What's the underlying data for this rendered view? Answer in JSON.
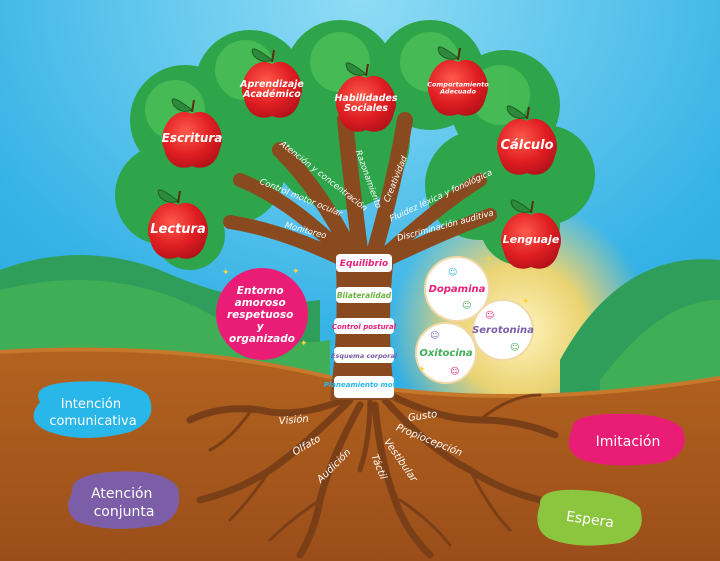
{
  "apples": [
    {
      "id": "escritura",
      "lines": [
        "Escritura"
      ],
      "size": 12
    },
    {
      "id": "aprendizaje",
      "lines": [
        "Aprendizaje",
        "Académico"
      ],
      "size": 9.5
    },
    {
      "id": "habilidades",
      "lines": [
        "Habilidades",
        "Sociales"
      ],
      "size": 9.5
    },
    {
      "id": "comportamiento",
      "lines": [
        "Comportamiento",
        "Adecuado"
      ],
      "size": 6.5
    },
    {
      "id": "calculo",
      "lines": [
        "Cálculo"
      ],
      "size": 13
    },
    {
      "id": "lectura",
      "lines": [
        "Lectura"
      ],
      "size": 13
    },
    {
      "id": "lenguaje",
      "lines": [
        "Lenguaje"
      ],
      "size": 11
    }
  ],
  "branches": [
    "Atención y concentración",
    "Razonamiento",
    "Creatividad",
    "Control motor ocular",
    "Fluidez léxica y fonológica",
    "Monitoreo",
    "Discriminación auditiva"
  ],
  "trunk": [
    "Equilibrio",
    "Bilateralidad",
    "Control postural",
    "Esquema corporal",
    "Planeamiento motor"
  ],
  "roots": [
    "Visión",
    "Olfato",
    "Audición",
    "Táctil",
    "Vestibular",
    "Propiocepción",
    "Gusto"
  ],
  "environment": {
    "lines": [
      "Entorno",
      "amoroso",
      "respetuoso",
      "y",
      "organizado"
    ]
  },
  "chemicals": [
    "Dopamina",
    "Serotonina",
    "Oxitocina"
  ],
  "blobs": [
    {
      "id": "intencion",
      "lines": [
        "Intención",
        "comunicativa"
      ],
      "color": "#29b6e8"
    },
    {
      "id": "atencion",
      "lines": [
        "Atención",
        "conjunta"
      ],
      "color": "#7b5ea7"
    },
    {
      "id": "imitacion",
      "lines": [
        "Imitación"
      ],
      "color": "#ea1d76"
    },
    {
      "id": "espera",
      "lines": [
        "Espera"
      ],
      "color": "#8cc63e"
    }
  ],
  "colors": {
    "sky": "#3fb8e8",
    "grass": "#3fae57",
    "soil": "#a3541c",
    "trunk": "#8a4a1f",
    "leaf": "#2ea54a",
    "apple": "#e01e22",
    "pink": "#ea1d76",
    "dopamina": "#ea1d76",
    "serotonina": "#7b5ea7",
    "oxitocina": "#3fae57"
  }
}
